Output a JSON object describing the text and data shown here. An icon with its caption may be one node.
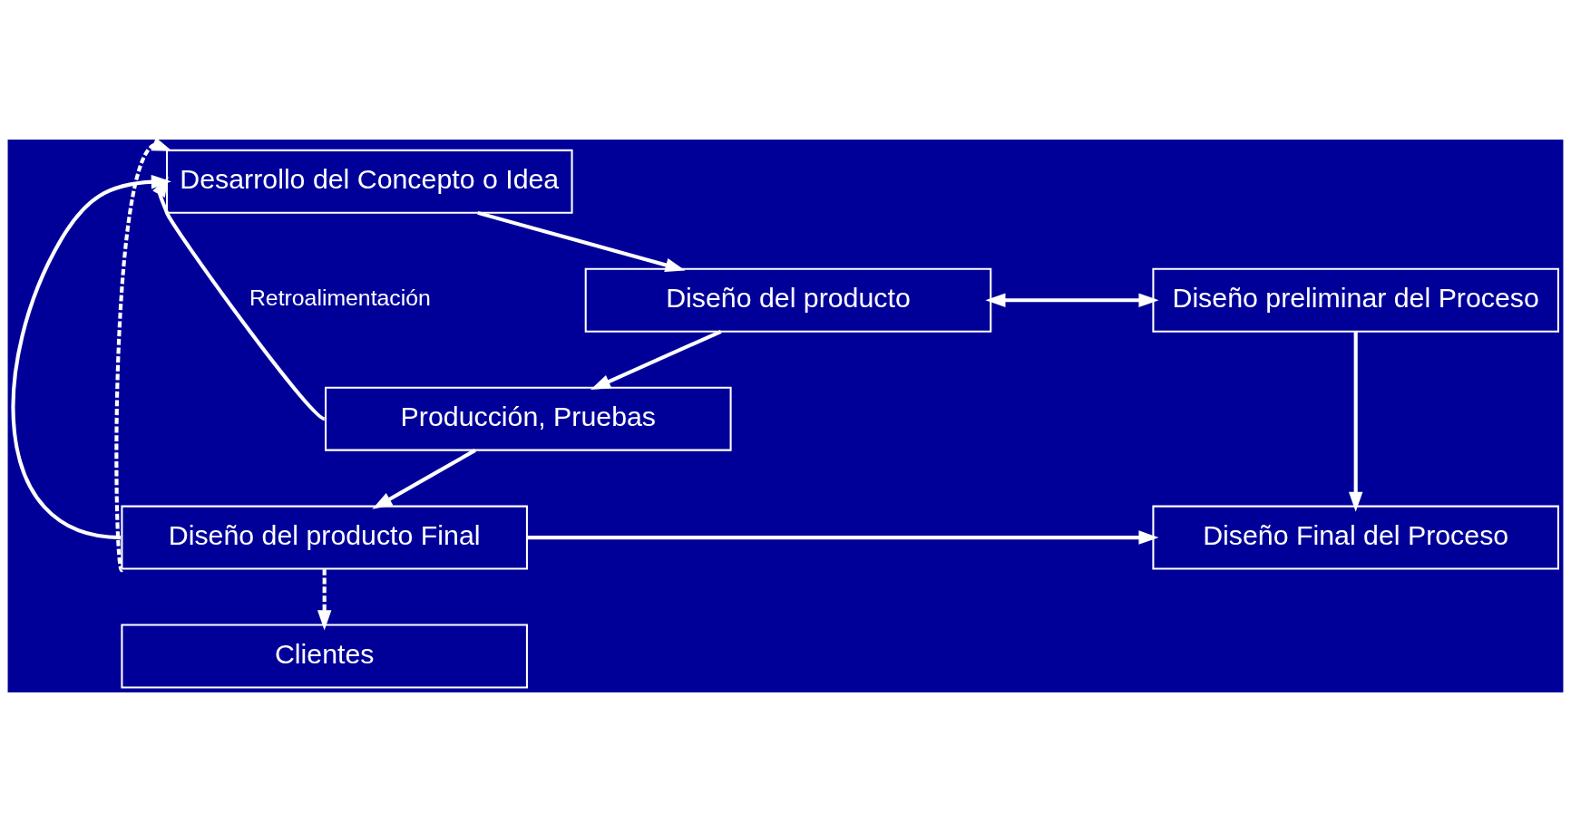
{
  "diagram": {
    "nodes": [
      {
        "text": [
          "Desarrollo del Concepto o Idea"
        ]
      },
      {
        "text": [
          "Diseño del producto"
        ]
      },
      {
        "text": [
          "Diseño preliminar del Proceso"
        ]
      },
      {
        "text": [
          "Producción, Pruebas"
        ]
      },
      {
        "text": [
          "Diseño del producto Final"
        ]
      },
      {
        "text": [
          "Diseño Final del Proceso"
        ]
      },
      {
        "text": [
          "Clientes"
        ]
      }
    ],
    "edges": [
      {
        "from": 0,
        "to": 1,
        "arrow": "to"
      },
      {
        "from": 1,
        "to": 2,
        "arrow": "both"
      },
      {
        "from": 1,
        "to": 3,
        "arrow": "to"
      },
      {
        "from": 2,
        "to": 5,
        "arrow": "to"
      },
      {
        "from": 3,
        "to": 4,
        "arrow": "to"
      },
      {
        "from": 4,
        "to": 5,
        "arrow": "to"
      },
      {
        "from": 3,
        "to": 0,
        "arrow": "to",
        "label": "Retroalimentación"
      },
      {
        "from": 4,
        "to": 0,
        "arrow": "to"
      },
      {
        "from": 4,
        "to": 6,
        "arrow": "to",
        "style": "dashed"
      },
      {
        "from": 4,
        "to": 0,
        "arrow": "to",
        "style": "dashed"
      }
    ]
  }
}
